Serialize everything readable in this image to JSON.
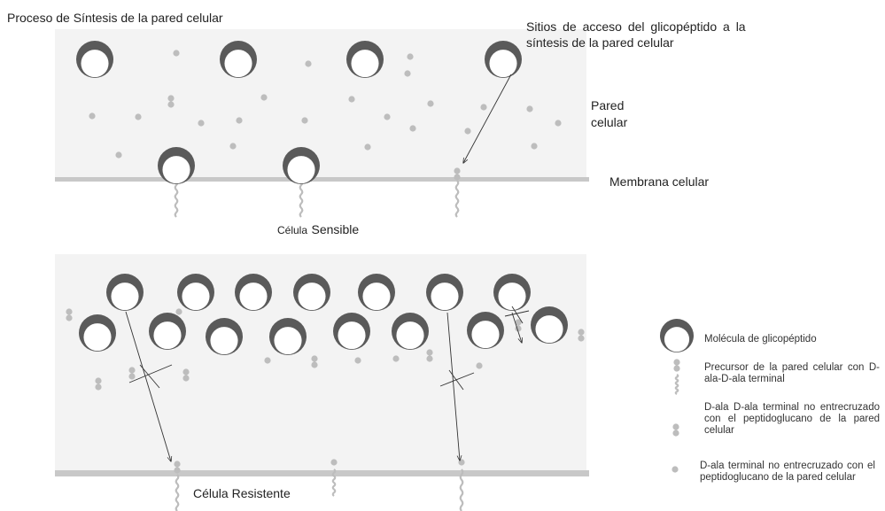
{
  "title": "Proceso de Síntesis de la pared celular",
  "access_sites": {
    "line1": "Sitios de acceso del glicopéptido a la",
    "line2": "síntesis de la pared celular"
  },
  "cell_wall": {
    "line1": "Pared",
    "line2": "celular"
  },
  "membrane": "Membrana celular",
  "sensitive_cell": {
    "prefix": "Célula",
    "word": "Sensible"
  },
  "resistant_cell": "Célula Resistente",
  "legend": {
    "glycopeptide": "Molécula de glicopéptido",
    "precursor": "Precursor de la pared celular con D-ala-D-ala terminal",
    "dala_pair": "D-ala D-ala terminal no entrecruzado con el peptidoglucano de la pared celular",
    "dala_single": "D-ala terminal no entrecruzado con el peptidoglucano de la pared celular"
  },
  "colors": {
    "wall_fill": "#f3f3f3",
    "membrane": "#c8c8c8",
    "molecule": "#5a5a5a",
    "dot": "#bdbdbd",
    "line": "#333333"
  }
}
